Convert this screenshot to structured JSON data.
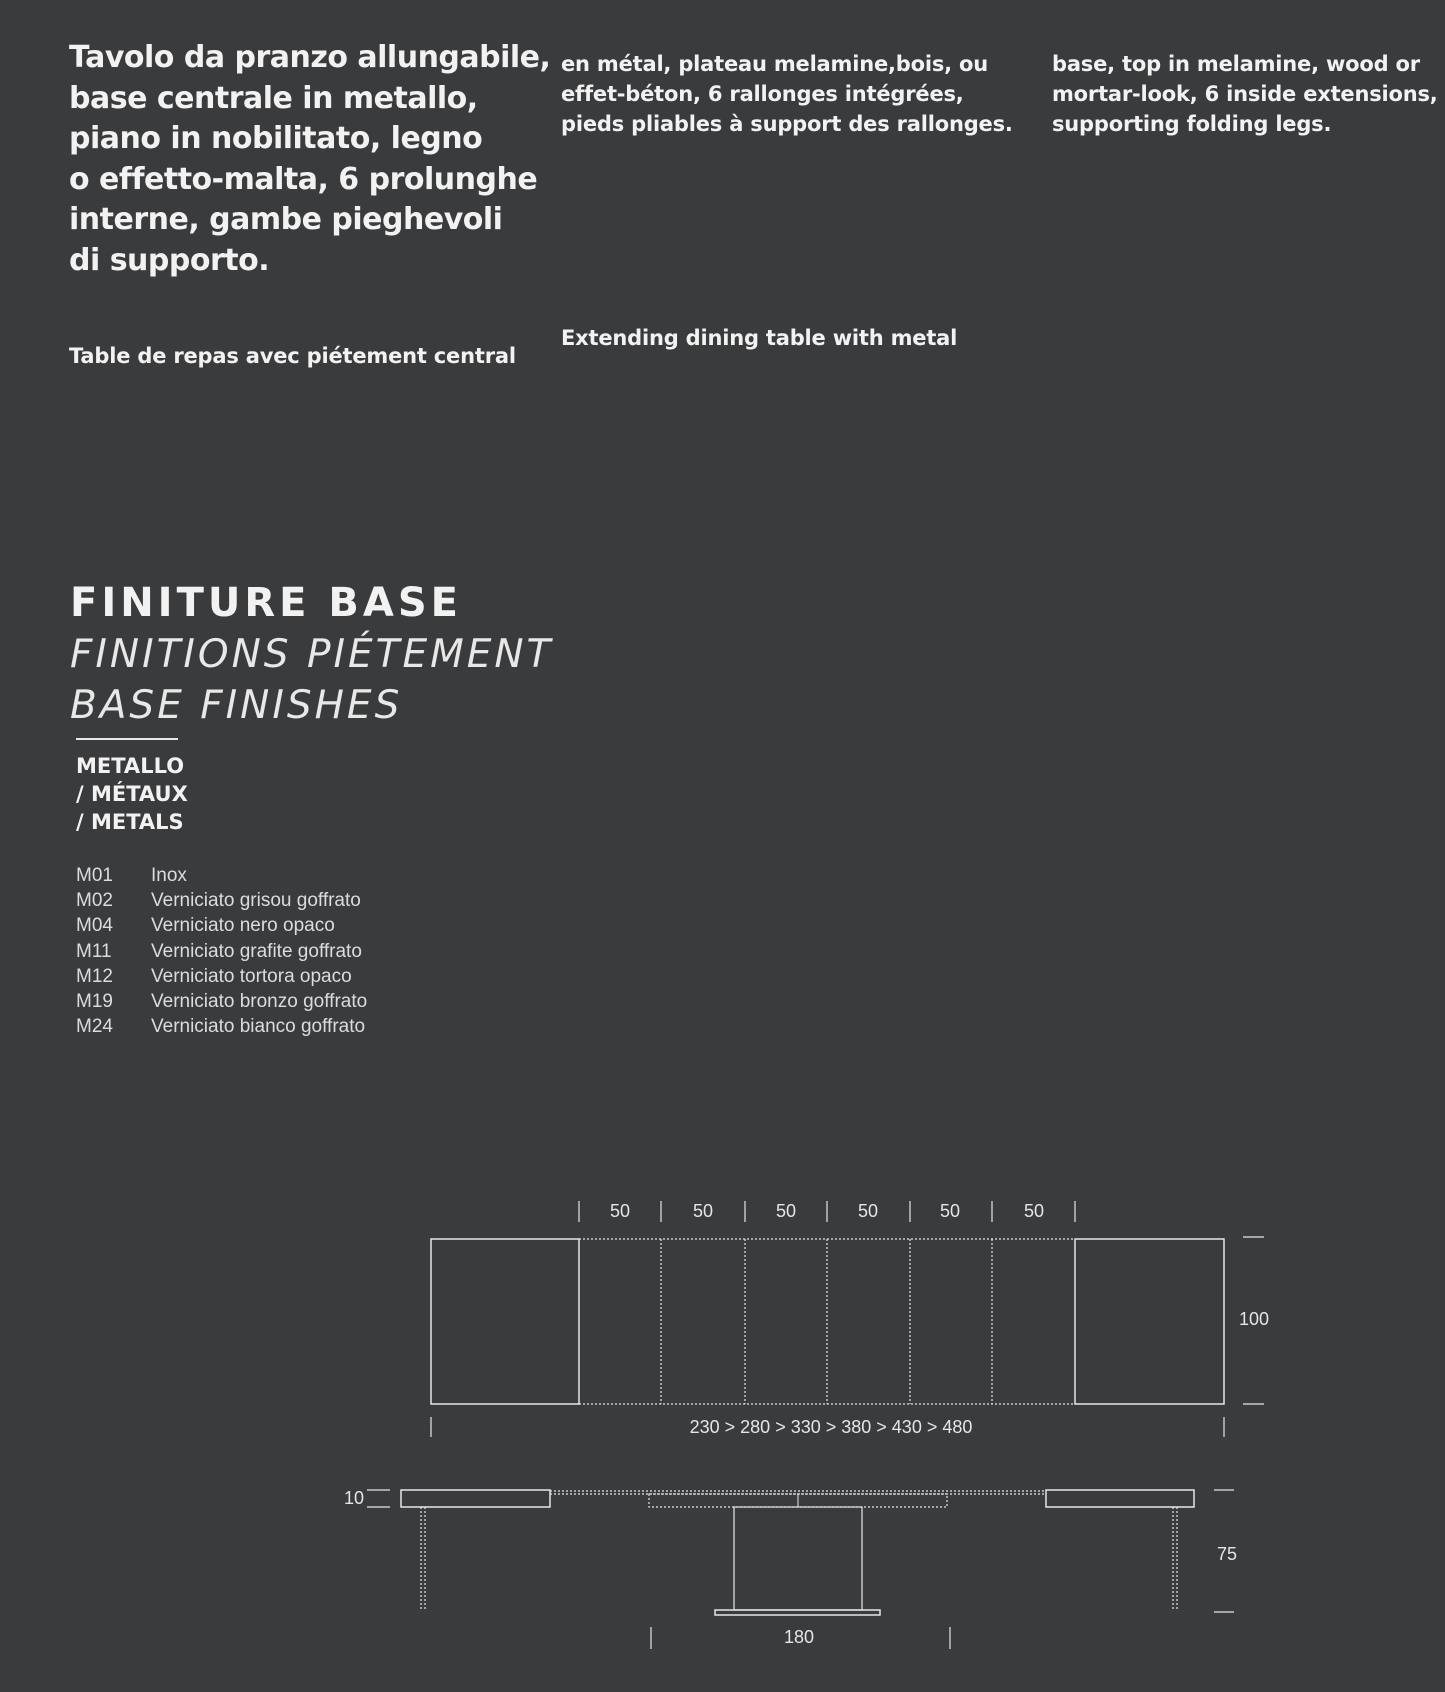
{
  "description": {
    "italian": [
      "Tavolo da pranzo allungabile,",
      "base centrale in metallo,",
      "piano in nobilitato, legno",
      "o effetto-malta, 6 prolunghe",
      "interne, gambe pieghevoli",
      "di supporto."
    ],
    "french_start": "Table de repas avec piétement central",
    "french_cont": [
      "en métal, plateau melamine,bois, ou",
      "effet-béton, 6 rallonges intégrées,",
      "pieds pliables à support des rallonges."
    ],
    "english_start": "Extending dining table with metal",
    "english_cont": [
      "base, top in melamine, wood or",
      "mortar-look, 6 inside extensions,",
      "supporting folding legs."
    ]
  },
  "finishes": {
    "title_it": "FINITURE BASE",
    "title_fr": "FINITIONS PIÉTEMENT",
    "title_en": "BASE FINISHES",
    "category": [
      "METALLO",
      "/ MÉTAUX",
      "/ METALS"
    ],
    "items": [
      {
        "code": "M01",
        "name": "Inox"
      },
      {
        "code": "M02",
        "name": "Verniciato grisou goffrato"
      },
      {
        "code": "M04",
        "name": "Verniciato nero opaco"
      },
      {
        "code": "M11",
        "name": "Verniciato grafite goffrato"
      },
      {
        "code": "M12",
        "name": "Verniciato tortora opaco"
      },
      {
        "code": "M19",
        "name": "Verniciato bronzo goffrato"
      },
      {
        "code": "M24",
        "name": "Verniciato bianco goffrato"
      }
    ]
  },
  "drawing": {
    "extension_labels": [
      "50",
      "50",
      "50",
      "50",
      "50",
      "50"
    ],
    "depth": "100",
    "lengths": "230 > 280 > 330 > 380 > 430 > 480",
    "top_thickness": "10",
    "height": "75",
    "base_width": "180"
  }
}
